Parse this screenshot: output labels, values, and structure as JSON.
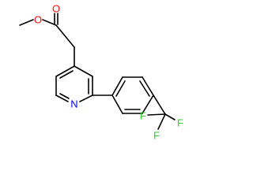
{
  "atoms": {
    "carbonyl_oxygen": {
      "label": "O",
      "color": "#ff0d0d"
    },
    "ester_oxygen": {
      "label": "O",
      "color": "#ff0d0d"
    },
    "pyridine_nitrogen": {
      "label": "N",
      "color": "#0000ff"
    },
    "fluorine_1": {
      "label": "F",
      "color": "#33cc33"
    },
    "fluorine_2": {
      "label": "F",
      "color": "#33cc33"
    },
    "fluorine_3": {
      "label": "F",
      "color": "#33cc33"
    }
  }
}
